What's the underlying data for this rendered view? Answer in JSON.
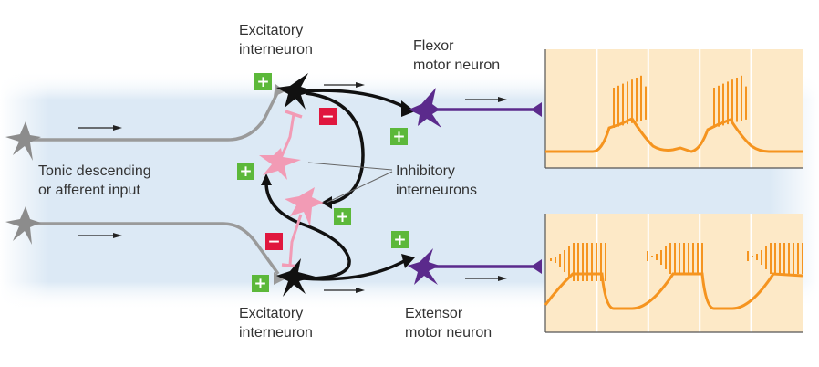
{
  "labels": {
    "excitatory_top": [
      "Excitatory",
      "interneuron"
    ],
    "excitatory_bottom": [
      "Excitatory",
      "interneuron"
    ],
    "flexor": [
      "Flexor",
      "motor neuron"
    ],
    "extensor": [
      "Extensor",
      "motor neuron"
    ],
    "tonic_input": [
      "Tonic descending",
      "or afferent input"
    ],
    "inhibitory": [
      "Inhibitory",
      "interneurons"
    ]
  },
  "synapse_signs": {
    "excitatory": "+",
    "inhibitory": "−"
  },
  "colors": {
    "background_band": "#dce9f5",
    "input_neuron": "#8c8c8c",
    "excitatory_interneuron": "#111111",
    "inhibitory_interneuron": "#f29bb5",
    "motor_neuron": "#5b2a8c",
    "plus_badge": "#5cb83a",
    "minus_badge": "#e0173e",
    "trace": "#f5941f",
    "trace_panel": "#fde9c7",
    "trace_panel_divider": "#ffffff"
  },
  "traces": {
    "flexor": {
      "description": "Rhythmic bursts of action potentials on depolarized plateaus",
      "bursts": 2,
      "spikes_per_burst": 8
    },
    "extensor": {
      "description": "Alternating bursts, out of phase with flexor",
      "bursts": 3,
      "spikes_per_burst": 13
    }
  }
}
